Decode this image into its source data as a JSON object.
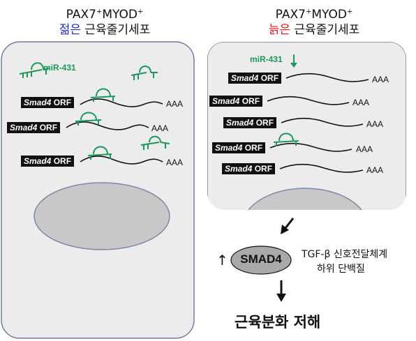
{
  "left_panel": {
    "title_line1": "PAX7",
    "title_line1_sup": "+",
    "title_line1b": "MYOD",
    "title_line1b_sup": "+",
    "title_age": "젊은",
    "title_rest": " 근육줄기세포",
    "mir_label": "miR-431",
    "orfs": [
      {
        "gene": "Smad4",
        "suffix": " ORF",
        "tail": "AAA"
      },
      {
        "gene": "Smad4",
        "suffix": " ORF",
        "tail": "AAA"
      },
      {
        "gene": "Smad4",
        "suffix": " ORF",
        "tail": "AAA"
      }
    ]
  },
  "right_panel": {
    "title_line1": "PAX7",
    "title_line1_sup": "+",
    "title_line1b": "MYOD",
    "title_line1b_sup": "+",
    "title_age": "늙은",
    "title_rest": " 근육줄기세포",
    "mir_label": "miR-431",
    "mir_arrow": "↓",
    "orfs": [
      {
        "gene": "Smad4",
        "suffix": " ORF",
        "tail": "AAA"
      },
      {
        "gene": "Smad4",
        "suffix": " ORF",
        "tail": "AAA"
      },
      {
        "gene": "Smad4",
        "suffix": " ORF",
        "tail": "AAA"
      },
      {
        "gene": "Smad4",
        "suffix": " ORF",
        "tail": "AAA"
      },
      {
        "gene": "Smad4",
        "suffix": " ORF",
        "tail": "AAA"
      }
    ]
  },
  "pathway": {
    "up_arrow": "↑",
    "protein": "SMAD4",
    "desc_line1": "TGF-β 신호전달체계",
    "desc_line2": "하위 단백질",
    "result": "근육분화 저해"
  },
  "colors": {
    "young": "#1f2fbf",
    "old": "#e01b1b",
    "mirna": "#1a9a56",
    "cell_fill": "#ececec",
    "nucleus_fill": "#c8c8c8",
    "nucleus_stroke": "#7a8aa8"
  }
}
